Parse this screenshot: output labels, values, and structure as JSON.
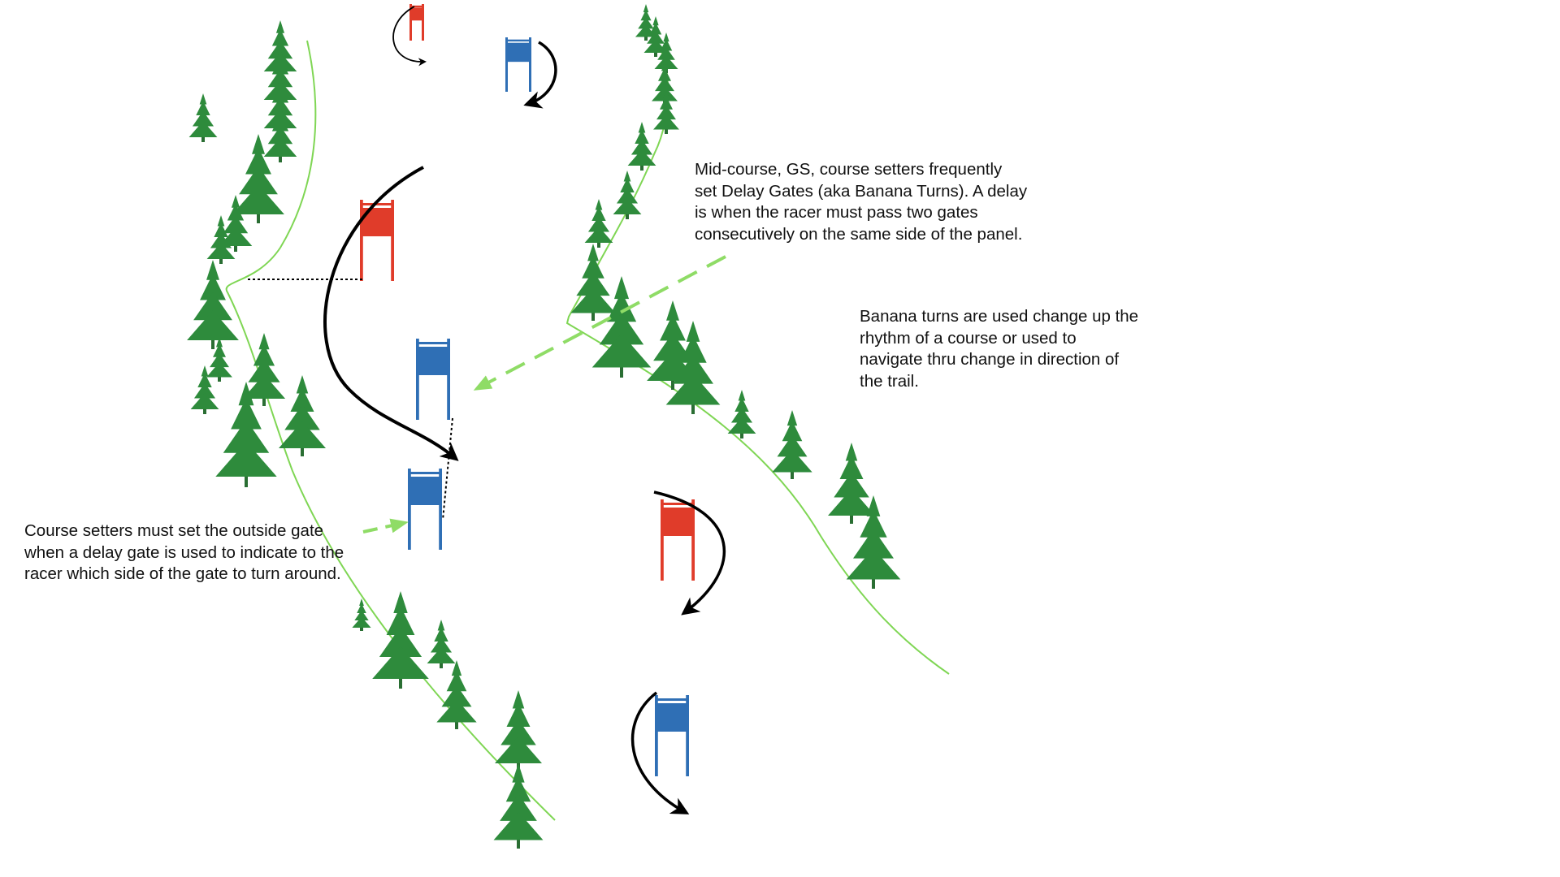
{
  "diagram": {
    "annotations": {
      "delay_gates": "Mid-course, GS, course setters frequently\nset Delay Gates (aka Banana Turns).  A delay\nis when the racer must pass two gates\nconsecutively on the same side of the panel.",
      "banana_turns": "Banana turns are used change up the\nrhythm of a course or used to\nnavigate thru change in direction of\nthe trail.",
      "outside_gate": "Course setters must set the outside gate\nwhen a delay gate is used to indicate to the\nracer which side of the gate to turn around."
    },
    "colors": {
      "tree": "#2e8b3c",
      "trunk": "#2a6e33",
      "trail_line": "#7fd654",
      "callout_arrow": "#8fdc66",
      "red_gate": "#e03c2a",
      "blue_gate": "#2f6fb5",
      "ski_line": "#000000"
    },
    "icons": {
      "tree": "pine-tree-icon",
      "red_gate": "red-gate-panel",
      "blue_gate": "blue-gate-panel"
    }
  }
}
